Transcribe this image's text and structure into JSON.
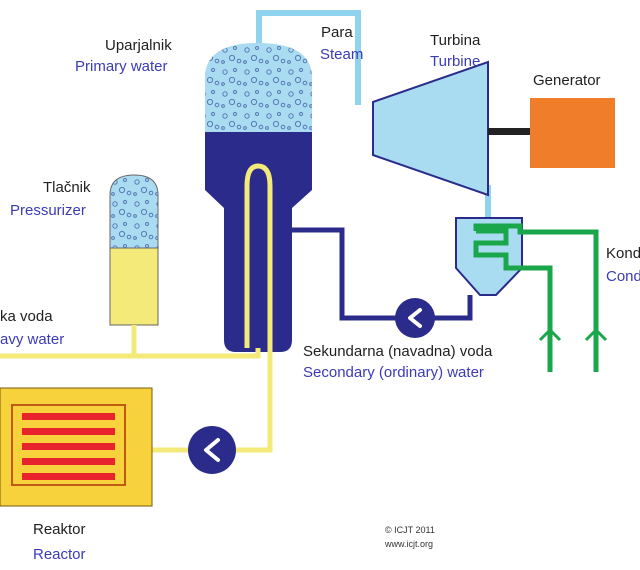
{
  "colors": {
    "steam_pipe": "#8fd3ef",
    "heavy_water_pipe": "#f3ea7a",
    "secondary_pipe": "#2b2b8c",
    "cooling_pipe": "#1aa64a",
    "generator": "#f07d2a",
    "reactor_box": "#f7d23d",
    "fuel_rods": "#e8232e",
    "water_dark": "#2b2b8c",
    "steam_light": "#a9dcf1"
  },
  "labels": {
    "steam_generator": {
      "sl": "Uparjalnik",
      "en": "Primary water"
    },
    "steam": {
      "sl": "Para",
      "en": "Steam"
    },
    "turbine": {
      "sl": "Turbina",
      "en": "Turbine"
    },
    "generator": {
      "sl": "Generator"
    },
    "pressurizer": {
      "sl": "Tlačnik",
      "en": "Pressurizer"
    },
    "heavy_water": {
      "sl": "ka voda",
      "en": "avy water"
    },
    "condenser": {
      "sl": "Kond",
      "en": "Cond"
    },
    "secondary_water": {
      "sl": "Sekundarna (navadna) voda",
      "en": "Secondary (ordinary) water"
    },
    "reactor": {
      "sl": "Reaktor",
      "en": "Reactor"
    }
  },
  "credit": {
    "line1": "© ICJT 2011",
    "line2": "www.icjt.org"
  }
}
